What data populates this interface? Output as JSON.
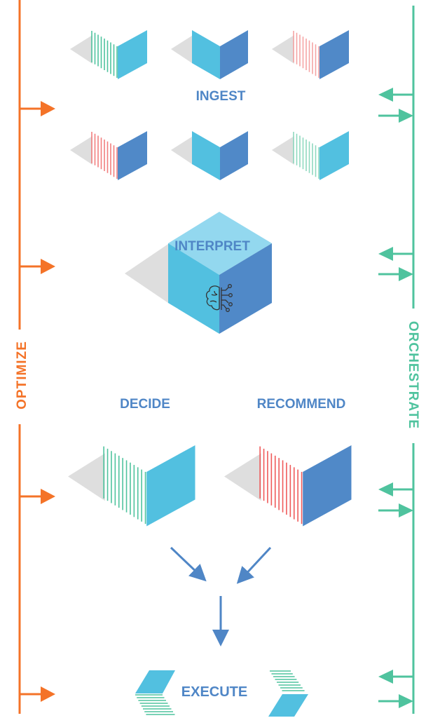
{
  "stages": {
    "ingest": "INGEST",
    "interpret": "INTERPRET",
    "decide": "DECIDE",
    "recommend": "RECOMMEND",
    "execute": "EXECUTE"
  },
  "rails": {
    "left": "OPTIMIZE",
    "right": "ORCHESTRATE"
  },
  "colors": {
    "orange": "#f47328",
    "teal": "#4fc39e",
    "light_blue": "#52c0e0",
    "dark_blue": "#5089c8",
    "cube_top": "#93d8ef",
    "gray": "#dedede",
    "red": "#ef5a5a",
    "label_blue": "#4f86c6"
  }
}
